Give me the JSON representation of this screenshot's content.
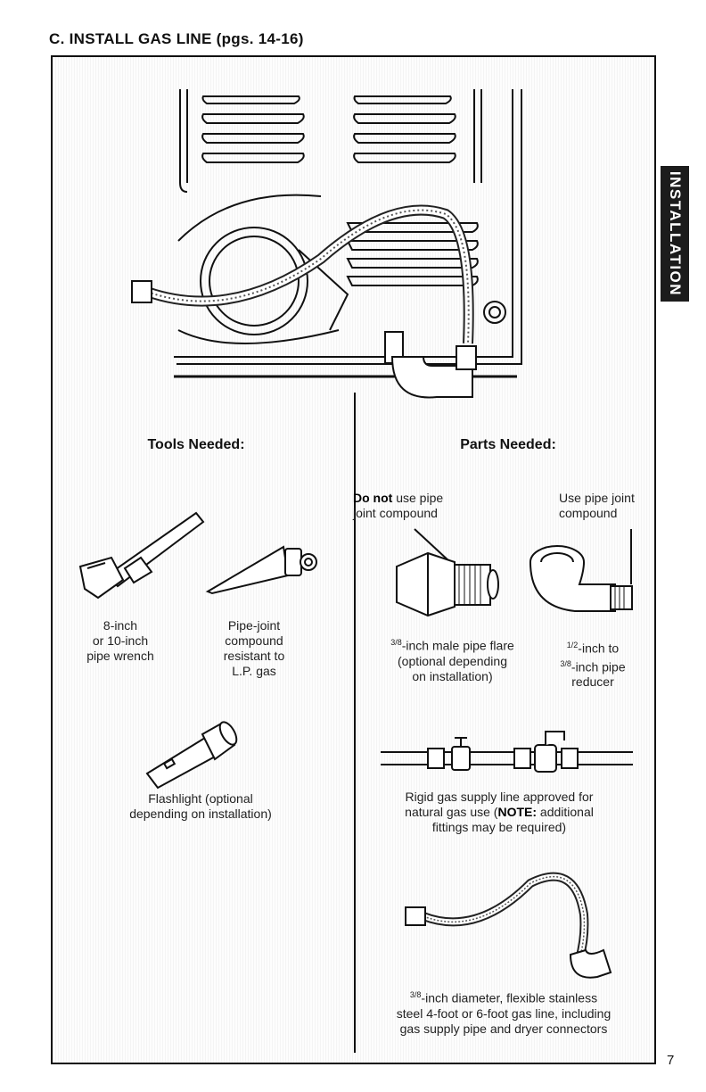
{
  "page": {
    "title": "C. INSTALL GAS LINE (pgs. 14-16)",
    "side_tab": "INSTALLATION",
    "page_number": "7"
  },
  "tools": {
    "heading": "Tools Needed:",
    "pipe_wrench": [
      "8-inch",
      "or 10-inch",
      "pipe wrench"
    ],
    "compound": [
      "Pipe-joint",
      "compound",
      "resistant to",
      "L.P. gas"
    ],
    "flashlight": [
      "Flashlight (optional",
      "depending on installation)"
    ]
  },
  "parts": {
    "heading": "Parts Needed:",
    "do_not_bold": "Do not",
    "do_not_rest": " use pipe",
    "do_not_line2": "joint compound",
    "use_line1": "Use pipe joint",
    "use_line2": "compound",
    "flare_fraction": "3/8",
    "flare_line1": "-inch male pipe flare",
    "flare_line2": "(optional depending",
    "flare_line3": "on installation)",
    "reducer_fraction_a": "1/2",
    "reducer_line1": "-inch to",
    "reducer_fraction_b": "3/8",
    "reducer_line2": "-inch pipe",
    "reducer_line3": "reducer",
    "rigid_line1": "Rigid gas supply line approved for",
    "rigid_line2a": "natural gas use (",
    "rigid_note": "NOTE:",
    "rigid_line2b": " additional",
    "rigid_line3": "fittings may be required)",
    "flex_fraction": "3/8",
    "flex_line1": "-inch diameter, flexible stainless",
    "flex_line2": "steel 4-foot or 6-foot gas line, including",
    "flex_line3": "gas supply pipe and dryer connectors"
  }
}
